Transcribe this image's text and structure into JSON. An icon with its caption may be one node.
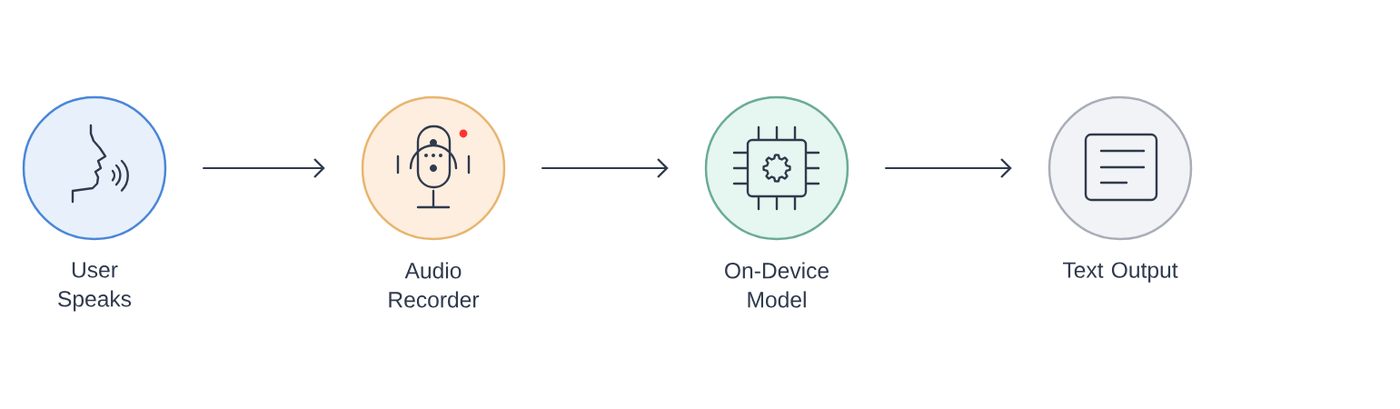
{
  "diagram": {
    "nodes": [
      {
        "text": [
          "User Speaks"
        ]
      },
      {
        "text": [
          "Audio Recorder"
        ]
      },
      {
        "text": [
          "On-Device Model"
        ]
      },
      {
        "text": [
          "Text Output"
        ]
      }
    ],
    "edges": [
      {
        "from": 0,
        "to": 1,
        "arrow": "to"
      },
      {
        "from": 1,
        "to": 2,
        "arrow": "to"
      },
      {
        "from": 2,
        "to": 3,
        "arrow": "to"
      }
    ]
  }
}
